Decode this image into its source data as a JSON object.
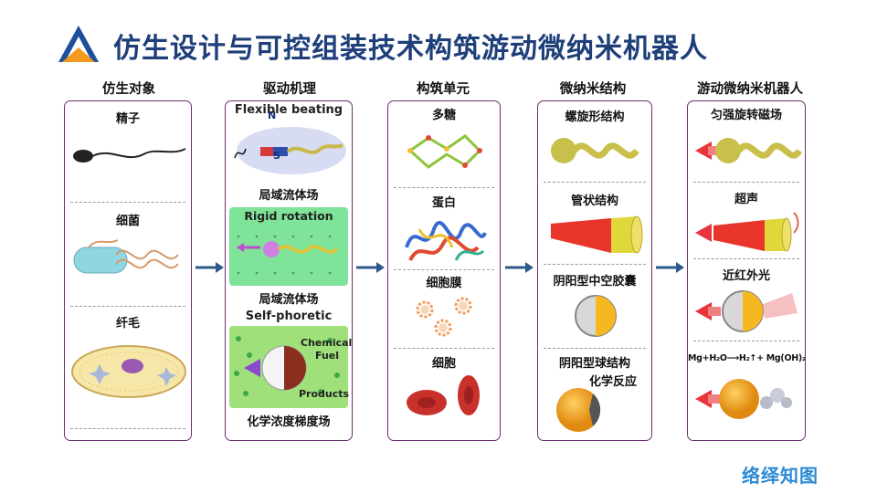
{
  "title": "仿生设计与可控组装技术构筑游动微纳米机器人",
  "brand": "络绎知图",
  "columns": [
    {
      "header": "仿生对象",
      "items": [
        "精子",
        "细菌",
        "纤毛"
      ]
    },
    {
      "header": "驱动机理",
      "panels": [
        {
          "caption_en": "Flexible beating",
          "caption": "局域流体场",
          "magnet_n": "N",
          "magnet_s": "S"
        },
        {
          "caption_en": "Rigid rotation",
          "caption": "局域流体场"
        },
        {
          "caption_en": "Self-phoretic",
          "caption": "化学浓度梯度场",
          "label_chem1": "Chemical",
          "label_chem2": "Fuel",
          "label_prod": "Products"
        }
      ]
    },
    {
      "header": "构筑单元",
      "items": [
        "多糖",
        "蛋白",
        "细胞膜",
        "细胞"
      ]
    },
    {
      "header": "微纳米结构",
      "items": [
        "螺旋形结构",
        "管状结构",
        "阴阳型中空胶囊",
        "阴阳型球结构"
      ],
      "extra": "化学反应"
    },
    {
      "header": "游动微纳米机器人",
      "items": [
        "匀强旋转磁场",
        "超声",
        "近红外光"
      ],
      "reaction": "Mg+H₂O⟶H₂↑+ Mg(OH)₂"
    }
  ]
}
